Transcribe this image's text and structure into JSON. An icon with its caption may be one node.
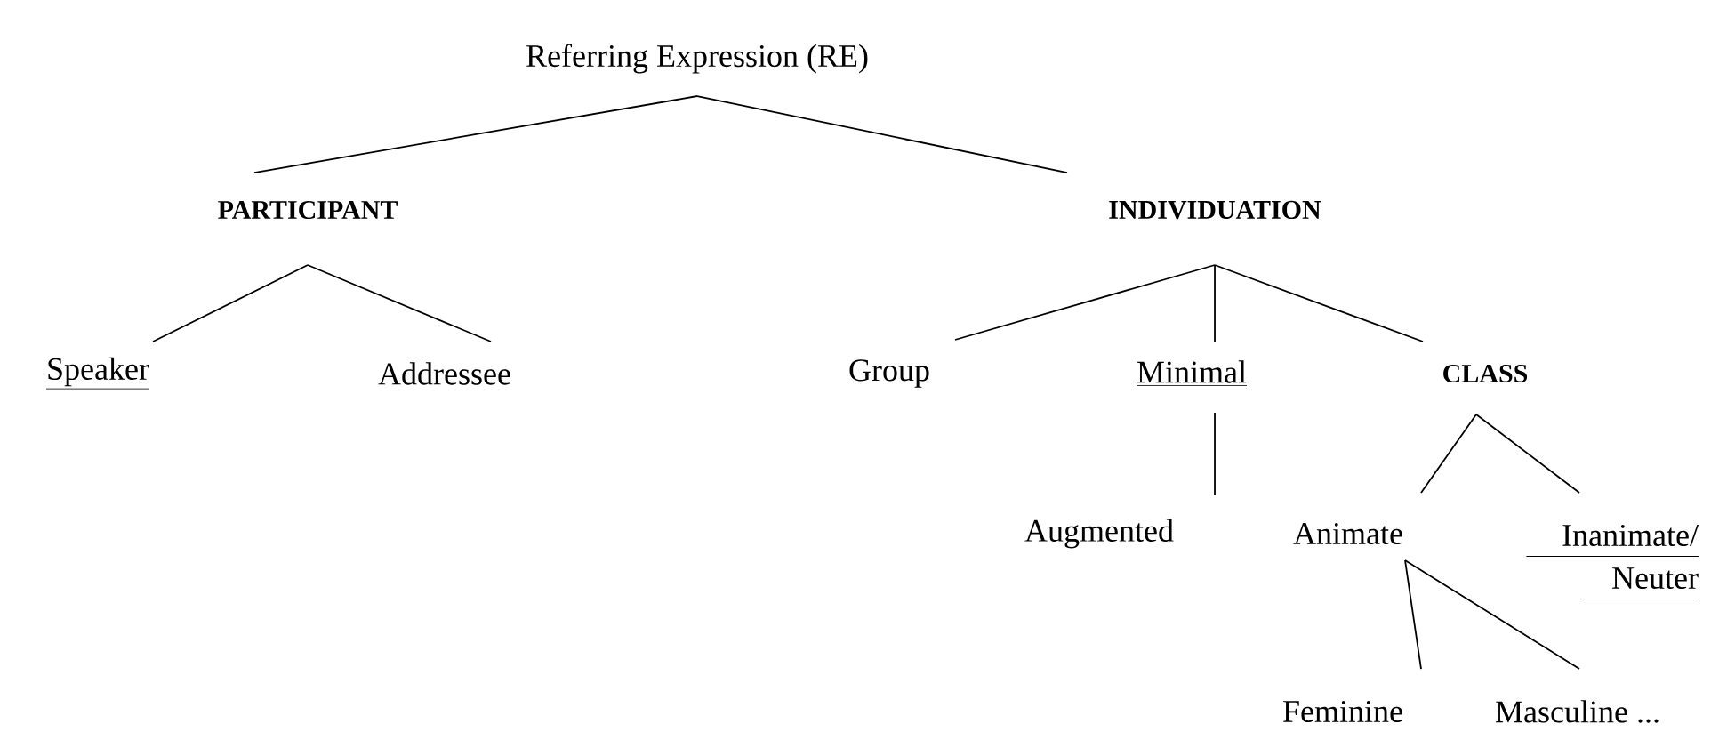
{
  "diagram": {
    "nodes": [
      {
        "text": [
          "Referring Expression (RE)"
        ]
      },
      {
        "text": [
          "PARTICIPANT"
        ]
      },
      {
        "text": [
          "INDIVIDUATION"
        ]
      },
      {
        "text": [
          "Speaker"
        ]
      },
      {
        "text": [
          "Addressee"
        ]
      },
      {
        "text": [
          "Group"
        ]
      },
      {
        "text": [
          "Minimal"
        ]
      },
      {
        "text": [
          "CLASS"
        ]
      },
      {
        "text": [
          "Augmented"
        ]
      },
      {
        "text": [
          "Animate"
        ]
      },
      {
        "text": [
          "Inanimate/ Neuter"
        ]
      },
      {
        "text": [
          "Feminine"
        ]
      },
      {
        "text": [
          "Masculine ..."
        ]
      }
    ],
    "edges": [
      {
        "from": 0,
        "to": 1,
        "arrow": "none"
      },
      {
        "from": 0,
        "to": 2,
        "arrow": "none"
      },
      {
        "from": 1,
        "to": 3,
        "arrow": "none"
      },
      {
        "from": 1,
        "to": 4,
        "arrow": "none"
      },
      {
        "from": 2,
        "to": 5,
        "arrow": "none"
      },
      {
        "from": 2,
        "to": 6,
        "arrow": "none"
      },
      {
        "from": 2,
        "to": 7,
        "arrow": "none"
      },
      {
        "from": 6,
        "to": 8,
        "arrow": "none"
      },
      {
        "from": 7,
        "to": 9,
        "arrow": "none"
      },
      {
        "from": 7,
        "to": 10,
        "arrow": "none"
      },
      {
        "from": 9,
        "to": 11,
        "arrow": "none"
      },
      {
        "from": 9,
        "to": 12,
        "arrow": "none"
      }
    ]
  }
}
